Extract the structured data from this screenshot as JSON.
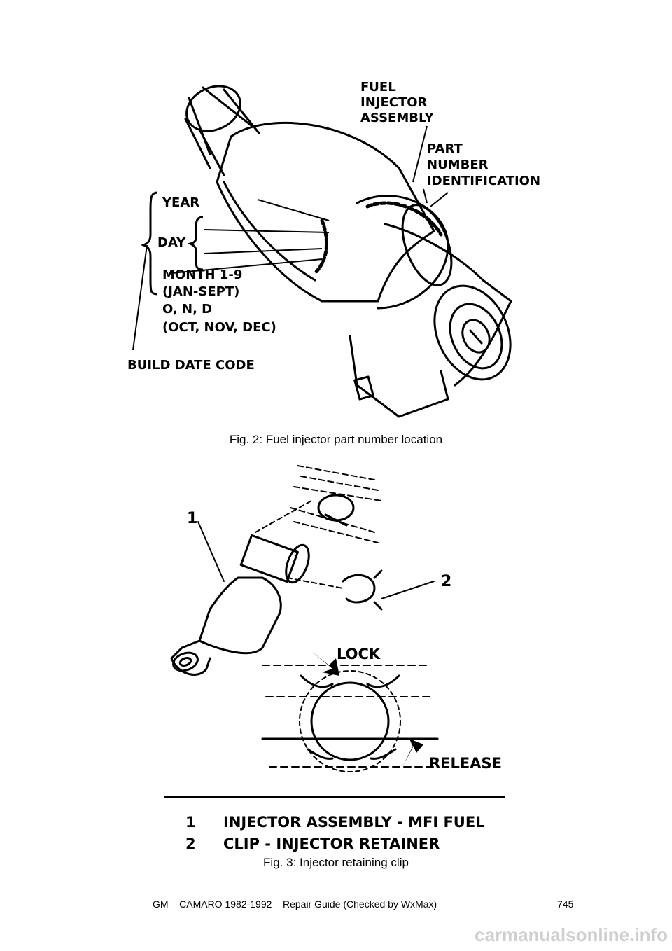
{
  "figure2": {
    "labels": {
      "fuel_injector_line1": "FUEL",
      "fuel_injector_line2": "INJECTOR",
      "fuel_injector_line3": "ASSEMBLY",
      "part_line1": "PART",
      "part_line2": "NUMBER",
      "part_line3": "IDENTIFICATION",
      "year": "YEAR",
      "day": "DAY",
      "month_line1": "MONTH 1-9",
      "month_line2": "(JAN-SEPT)",
      "month_line3": "O, N, D",
      "month_line4": "(OCT, NOV, DEC)",
      "build_date": "BUILD DATE CODE"
    },
    "caption": "Fig. 2: Fuel injector part number location"
  },
  "figure3": {
    "labels": {
      "callout1": "1",
      "callout2": "2",
      "lock": "LOCK",
      "release": "RELEASE"
    },
    "legend": [
      {
        "num": "1",
        "text": "INJECTOR ASSEMBLY - MFI FUEL"
      },
      {
        "num": "2",
        "text": "CLIP - INJECTOR RETAINER"
      }
    ],
    "caption": "Fig. 3: Injector retaining clip"
  },
  "footer": {
    "guide": "GM – CAMARO 1982-1992 – Repair Guide (Checked by WxMax)",
    "page": "745"
  },
  "watermark": "carmanualsonline.info"
}
